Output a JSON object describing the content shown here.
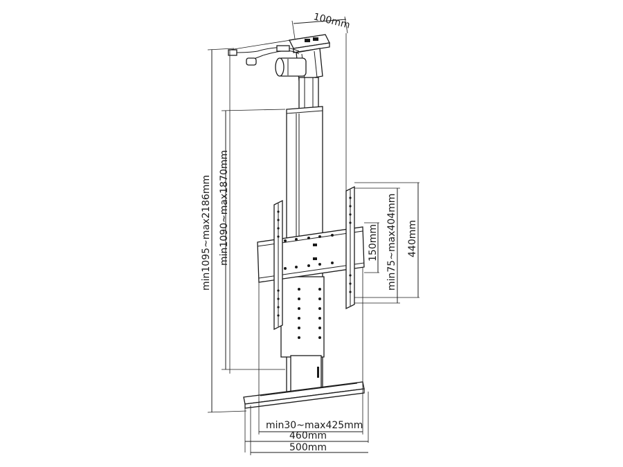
{
  "dimensions": {
    "top_width": "100mm",
    "overall_height": "min1095~max2186mm",
    "column_height": "min1090~max1870mm",
    "vesa_150": "150mm",
    "vesa_vertical": "min75~max404mm",
    "bracket_height": "440mm",
    "vesa_horizontal": "min30~max425mm",
    "base_inner_width": "460mm",
    "base_outer_width": "500mm"
  }
}
